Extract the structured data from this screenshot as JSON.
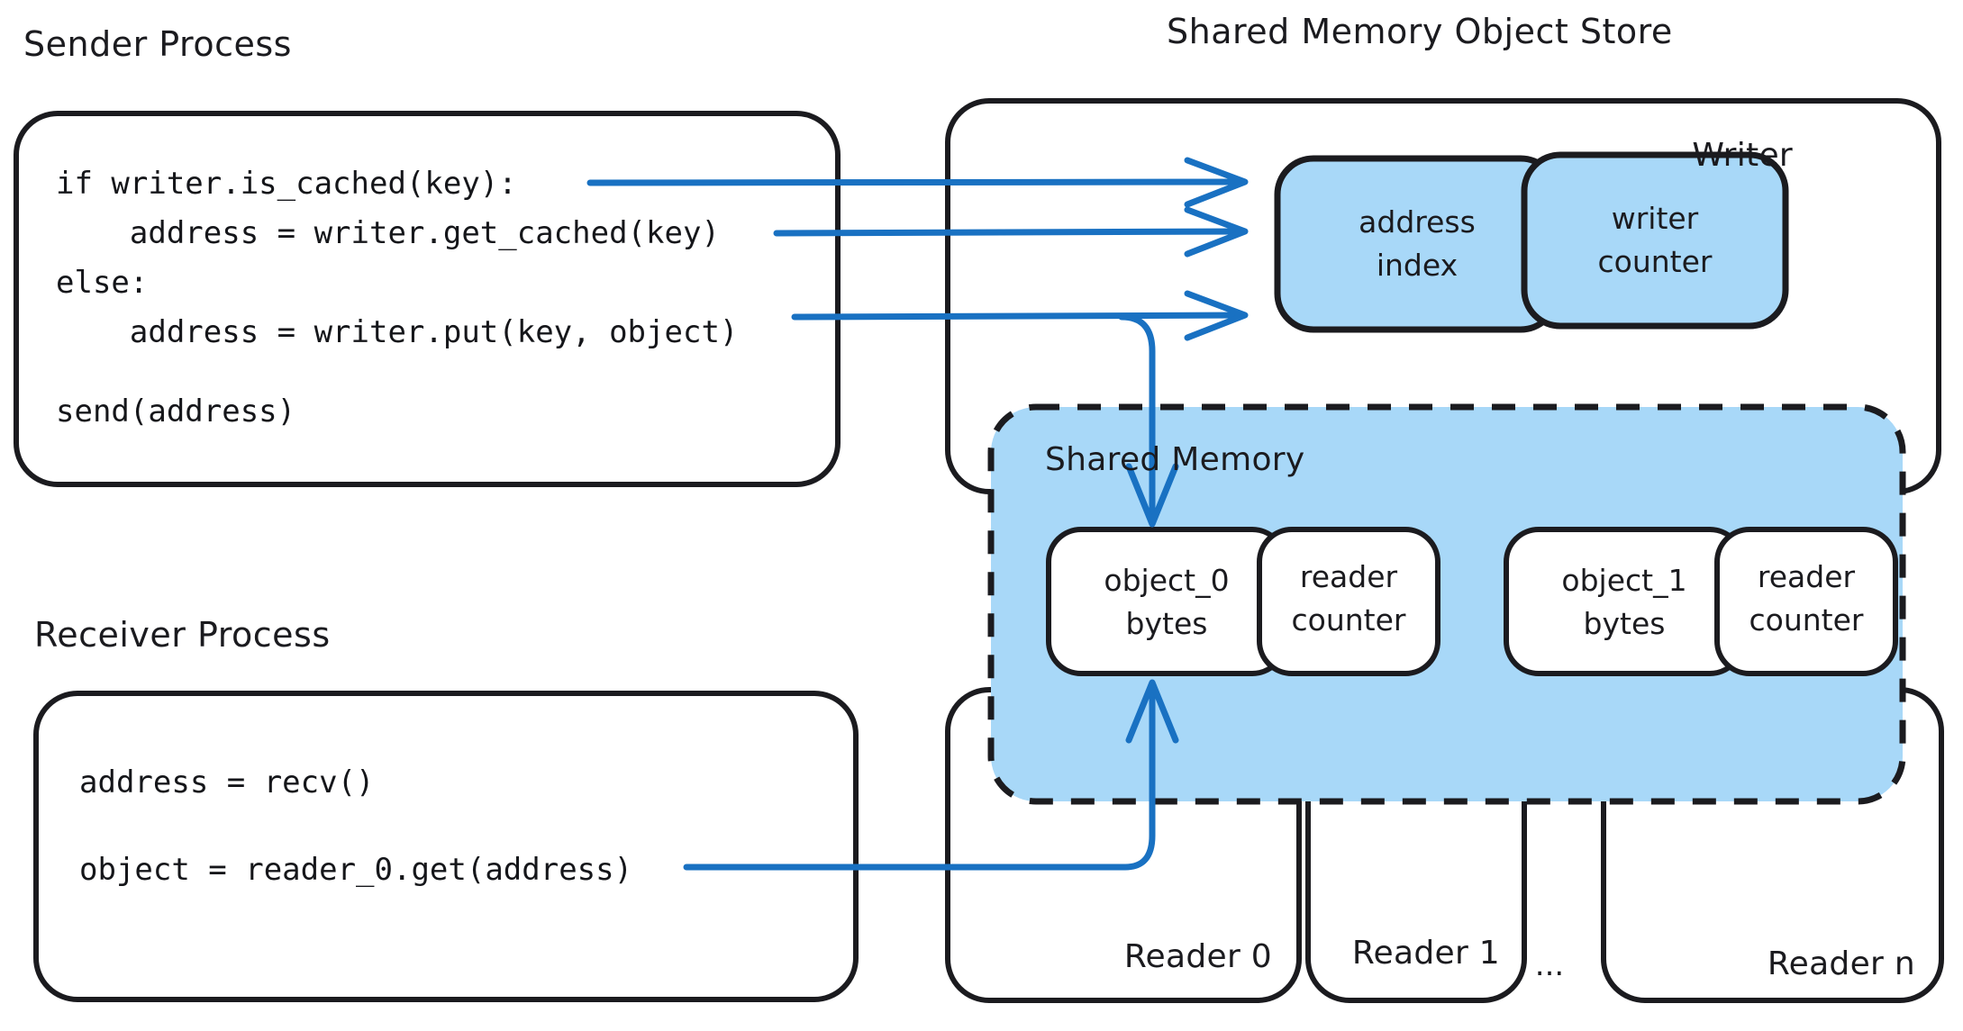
{
  "diagram": {
    "title_sender": "Sender Process",
    "title_receiver": "Receiver Process",
    "title_store": "Shared Memory Object Store",
    "colors": {
      "accent_blue_fill": "#A8D8F8",
      "arrow_blue": "#1971C2",
      "stroke_dark": "#1b1b1f",
      "background": "#ffffff"
    }
  },
  "sender": {
    "label": "Sender Process",
    "code_lines": [
      "if writer.is_cached(key):",
      "    address = writer.get_cached(key)",
      "else:",
      "    address = writer.put(key, object)",
      "",
      "send(address)"
    ]
  },
  "receiver": {
    "label": "Receiver Process",
    "code_lines": [
      "address = recv()",
      "",
      "object = reader_0.get(address)"
    ]
  },
  "store": {
    "label": "Shared Memory Object Store",
    "writer": {
      "label": "Writer",
      "slots": [
        {
          "line1": "address",
          "line2": "index"
        },
        {
          "line1": "writer",
          "line2": "counter"
        }
      ]
    },
    "shared_memory": {
      "label": "Shared Memory",
      "objects": [
        {
          "data_box": {
            "line1": "object_0",
            "line2": "bytes"
          },
          "counter_box": {
            "line1": "reader",
            "line2": "counter"
          }
        },
        {
          "data_box": {
            "line1": "object_1",
            "line2": "bytes"
          },
          "counter_box": {
            "line1": "reader",
            "line2": "counter"
          }
        }
      ]
    },
    "readers": [
      {
        "label": "Reader 0"
      },
      {
        "label": "Reader 1"
      },
      {
        "label": "..."
      },
      {
        "label": "Reader n"
      }
    ]
  }
}
